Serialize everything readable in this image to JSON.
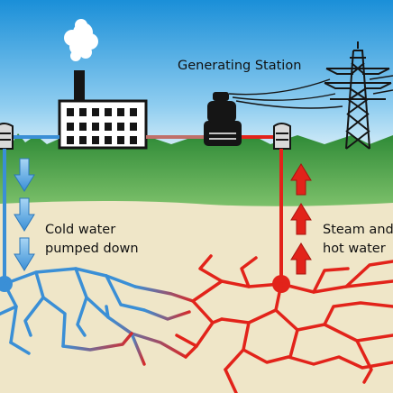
{
  "labels": {
    "generating_station": "Generating Station",
    "cold_water_line1": "Cold water",
    "cold_water_line2": "pumped down",
    "hot_water_line1": "Steam and",
    "hot_water_line2": "hot water"
  },
  "colors": {
    "sky_top": "#1a8fd8",
    "sky_bottom": "#bfe3f5",
    "grass": "#2f8f3a",
    "ground": "#efe6c8",
    "cold_water": "#3a8fd6",
    "hot_water": "#e2231a"
  },
  "icons": [
    "factory-icon",
    "smoke-icon",
    "generator-icon",
    "power-pylon-icon",
    "wellhead-icon"
  ]
}
